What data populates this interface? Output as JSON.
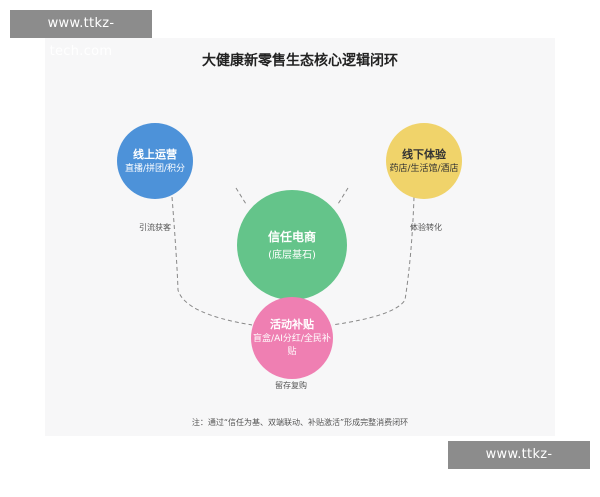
{
  "watermark": {
    "text": "www.ttkz-tech.com"
  },
  "diagram": {
    "title": "大健康新零售生态核心逻辑闭环",
    "nodes": {
      "online": {
        "title": "线上运营",
        "sub": "直播/拼团/积分",
        "color": "#4d92d9"
      },
      "offline": {
        "title": "线下体验",
        "sub": "药店/生活馆/酒店",
        "color": "#f0d36a"
      },
      "core": {
        "title": "信任电商",
        "sub": "(底层基石)",
        "color": "#64c48a"
      },
      "promo": {
        "title": "活动补贴",
        "sub": "盲盒/AI分红/全民补贴",
        "color": "#ef7fb2"
      }
    },
    "edges": {
      "left": "引流获客",
      "right": "体验转化",
      "bottom": "留存复购"
    },
    "note": "注：通过“信任为基、双端联动、补贴激活”形成完整消费闭环"
  }
}
